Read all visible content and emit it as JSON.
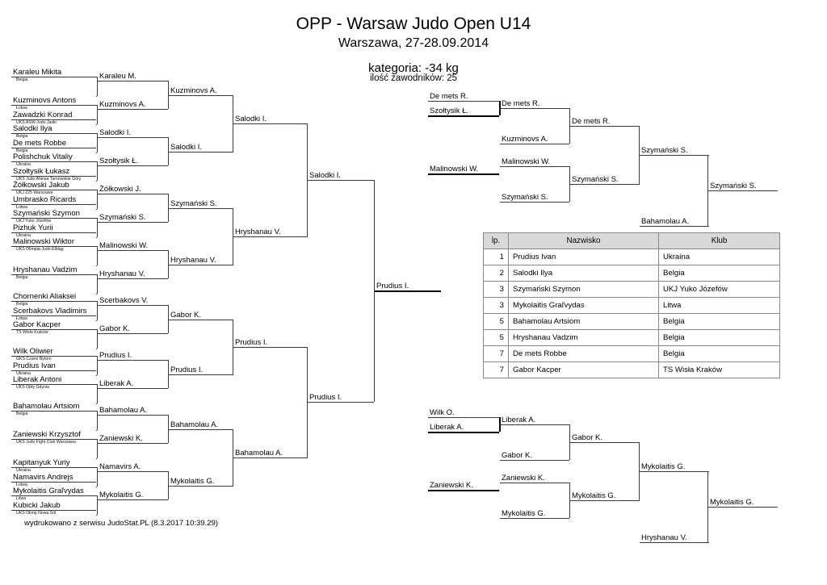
{
  "header": {
    "title": "OPP - Warsaw Judo Open U14",
    "location_date": "Warszawa, 27-28.09.2014",
    "category": "kategoria: -34 kg",
    "competitors": "ilość zawodników: 25"
  },
  "footer": {
    "text": "wydrukowano z serwisu JudoStat.PL (8.3.2017 10:39.29)"
  },
  "main_bracket": {
    "round1": [
      {
        "name": "Karaleu Mikita",
        "club": "Belgia"
      },
      {
        "name": "",
        "club": ""
      },
      {
        "name": "Kuzminovs Antons",
        "club": "Łotwa"
      },
      {
        "name": "Zawadzki Konrad",
        "club": "UKS ASW-Judo Jasło"
      },
      {
        "name": "Salodki Ilya",
        "club": "Belgia"
      },
      {
        "name": "De mets Robbe",
        "club": "Belgia"
      },
      {
        "name": "Polishchuk Vitaliy",
        "club": "Ukraina"
      },
      {
        "name": "Szołtysik Łukasz",
        "club": "UKS Judo Ahinsa Tarnowskie Góry"
      },
      {
        "name": "Żółkowski Jakub",
        "club": "UKJ 225 Warszawa"
      },
      {
        "name": "Umbrasko Ricards",
        "club": "Łotwa"
      },
      {
        "name": "Szymański Szymon",
        "club": "UKJ Yuko Józefów"
      },
      {
        "name": "Pizhuk Yurii",
        "club": "Ukraina"
      },
      {
        "name": "Malinowski Wiktor",
        "club": "UKS Olimpia-Judo Elbląg"
      },
      {
        "name": "",
        "club": ""
      },
      {
        "name": "Hryshanau Vadzim",
        "club": "Belgia"
      },
      {
        "name": "",
        "club": ""
      },
      {
        "name": "Chornenki Aliaksei",
        "club": "Belgia"
      },
      {
        "name": "Scerbakovs Vladimirs",
        "club": "Łotwa"
      },
      {
        "name": "Gabor Kacper",
        "club": "TS Wisła Kraków"
      },
      {
        "name": "",
        "club": ""
      },
      {
        "name": "Wilk Oliwier",
        "club": "GKS Czarni Bytom"
      },
      {
        "name": "Prudius Ivan",
        "club": "Ukraina"
      },
      {
        "name": "Liberak Antoni",
        "club": "UKS Opty Gdynia"
      },
      {
        "name": "",
        "club": ""
      },
      {
        "name": "Bahamolau Artsiom",
        "club": "Belgia"
      },
      {
        "name": "",
        "club": ""
      },
      {
        "name": "Zaniewski Krzysztof",
        "club": "UKS Judo Fight Club Warszawa"
      },
      {
        "name": "",
        "club": ""
      },
      {
        "name": "Kapitanyuk Yuriy",
        "club": "Ukraina"
      },
      {
        "name": "Namavirs Andrejs",
        "club": "Łotwa"
      },
      {
        "name": "Mykolaitis Graľvydas",
        "club": "Litwa"
      },
      {
        "name": "Kubicki Jakub",
        "club": "UKS Olimp Nowa Sól"
      }
    ],
    "round2": [
      "Karaleu M.",
      "Kuzminovs A.",
      "Salodki I.",
      "Szołtysik Ł.",
      "Żółkowski J.",
      "Szymański S.",
      "Malinowski W.",
      "Hryshanau V.",
      "Scerbakovs V.",
      "Gabor K.",
      "Prudius I.",
      "Liberak A.",
      "Bahamolau A.",
      "Zaniewski K.",
      "Namavirs A.",
      "Mykolaitis G."
    ],
    "round3": [
      "Kuzminovs A.",
      "Salodki I.",
      "Szymański S.",
      "Hryshanau V.",
      "Gabor K.",
      "Prudius I.",
      "Bahamolau A.",
      "Mykolaitis G."
    ],
    "round4": [
      "Salodki I.",
      "Hryshanau V.",
      "Prudius I.",
      "Bahamolau A."
    ],
    "semifinals": [
      "Salodki I.",
      "Prudius I."
    ],
    "winner": "Prudius I."
  },
  "repechage_top": {
    "entrants": [
      "De mets R.",
      "Szołtysik Ł.",
      "Malinowski W."
    ],
    "round1": [
      "De mets R.",
      "Kuzminovs A.",
      "Malinowski W.",
      "Szymański S."
    ],
    "round2": [
      "De mets R.",
      "Szymański S."
    ],
    "round3": [
      "Szymański S.",
      "Bahamolau A."
    ],
    "winner": "Szymański S."
  },
  "repechage_bottom": {
    "entrants": [
      "Wilk O.",
      "Liberak A.",
      "Zaniewski K."
    ],
    "round1": [
      "Liberak A.",
      "Gabor K.",
      "Zaniewski K.",
      "Mykolaitis G."
    ],
    "round2": [
      "Gabor K.",
      "Mykolaitis G."
    ],
    "round3": [
      "Mykolaitis G.",
      "Hryshanau V."
    ],
    "winner": "Mykolaitis G."
  },
  "results": {
    "columns": [
      "lp.",
      "Nazwisko",
      "Klub"
    ],
    "rows": [
      {
        "lp": "1",
        "name": "Prudius Ivan",
        "club": "Ukraina"
      },
      {
        "lp": "2",
        "name": "Salodki Ilya",
        "club": "Belgia"
      },
      {
        "lp": "3",
        "name": "Szymański Szymon",
        "club": "UKJ Yuko Józefów"
      },
      {
        "lp": "3",
        "name": "Mykolaitis Graľvydas",
        "club": "Litwa"
      },
      {
        "lp": "5",
        "name": "Bahamolau Artsiom",
        "club": "Belgia"
      },
      {
        "lp": "5",
        "name": "Hryshanau Vadzim",
        "club": "Belgia"
      },
      {
        "lp": "7",
        "name": "De mets Robbe",
        "club": "Belgia"
      },
      {
        "lp": "7",
        "name": "Gabor Kacper",
        "club": "TS Wisła Kraków"
      }
    ]
  }
}
